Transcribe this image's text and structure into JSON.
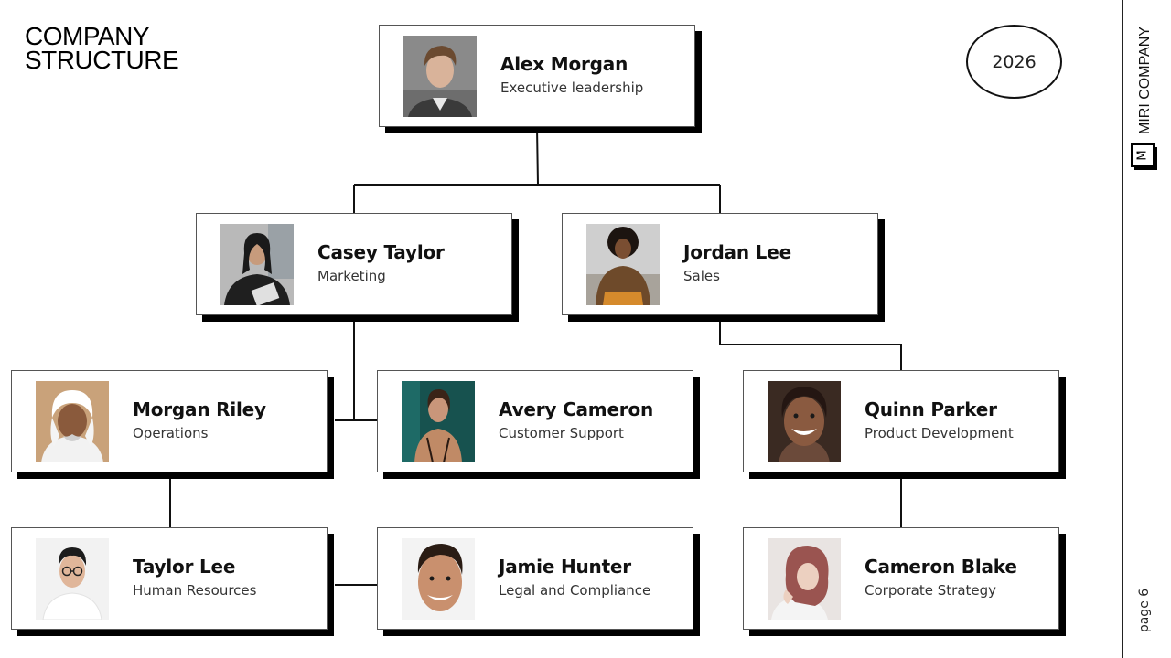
{
  "title": {
    "line1": "COMPANY",
    "line2": "STRUCTURE"
  },
  "year": "2026",
  "brand": {
    "name": "MIRI COMPANY",
    "logo_letter": "M"
  },
  "page_label": "page 6",
  "colors": {
    "ink": "#111111",
    "shadow": "#000000",
    "background": "#ffffff"
  },
  "people": {
    "alex_morgan": {
      "name": "Alex Morgan",
      "role": "Executive leadership",
      "photo": "portrait-man-brown-hair"
    },
    "casey_taylor": {
      "name": "Casey Taylor",
      "role": "Marketing",
      "photo": "portrait-woman-black-top"
    },
    "jordan_lee": {
      "name": "Jordan Lee",
      "role": "Sales",
      "photo": "portrait-woman-curly-hair"
    },
    "morgan_riley": {
      "name": "Morgan Riley",
      "role": "Operations",
      "photo": "portrait-man-white-headscarf"
    },
    "avery_cameron": {
      "name": "Avery Cameron",
      "role": "Customer Support",
      "photo": "portrait-woman-teal-background"
    },
    "quinn_parker": {
      "name": "Quinn Parker",
      "role": "Product Development",
      "photo": "portrait-woman-smiling"
    },
    "taylor_lee": {
      "name": "Taylor Lee",
      "role": "Human Resources",
      "photo": "portrait-man-glasses"
    },
    "jamie_hunter": {
      "name": "Jamie Hunter",
      "role": "Legal and Compliance",
      "photo": "portrait-man-smiling"
    },
    "cameron_blake": {
      "name": "Cameron Blake",
      "role": "Corporate Strategy",
      "photo": "portrait-woman-hijab"
    }
  }
}
